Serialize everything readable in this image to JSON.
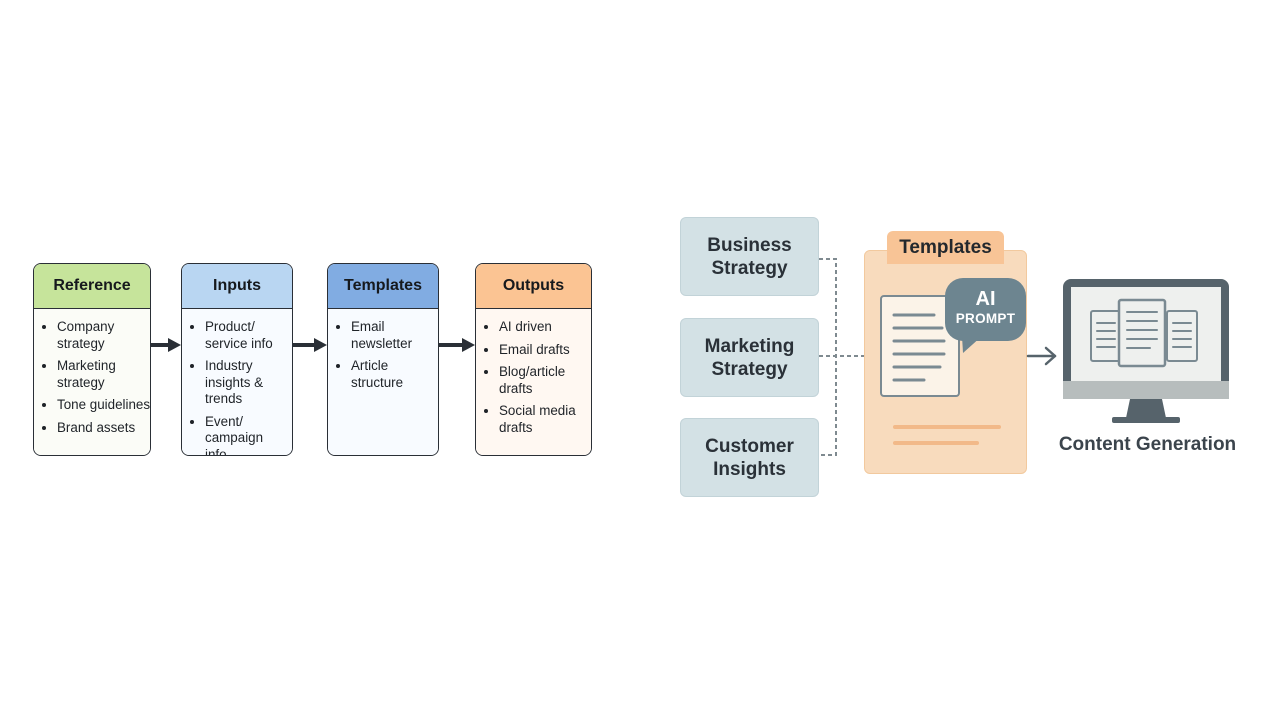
{
  "left_flow": {
    "reference": {
      "title": "Reference",
      "items": [
        "Company strategy",
        "Marketing strategy",
        "Tone guidelines",
        "Brand assets"
      ]
    },
    "inputs": {
      "title": "Inputs",
      "items": [
        "Product/ service info",
        "Industry insights & trends",
        "Event/ campaign info"
      ]
    },
    "templates": {
      "title": "Templates",
      "items": [
        "Email newsletter",
        "Article structure"
      ]
    },
    "outputs": {
      "title": "Outputs",
      "items": [
        "AI driven",
        "Email drafts",
        "Blog/article drafts",
        "Social media drafts"
      ]
    }
  },
  "right_diagram": {
    "strategies": [
      "Business Strategy",
      "Marketing Strategy",
      "Customer Insights"
    ],
    "templates_title": "Templates",
    "bubble_title": "AI",
    "bubble_subtitle": "PROMPT",
    "caption": "Content Generation"
  },
  "colors": {
    "reference_header": "#c6e49b",
    "inputs_header": "#b9d6f2",
    "templates_header": "#81ace2",
    "outputs_header": "#fbc493",
    "strategy_box": "#d3e1e5",
    "templates_panel": "#f8dbbd",
    "ai_bubble": "#6d8590",
    "monitor_frame": "#56636b"
  }
}
